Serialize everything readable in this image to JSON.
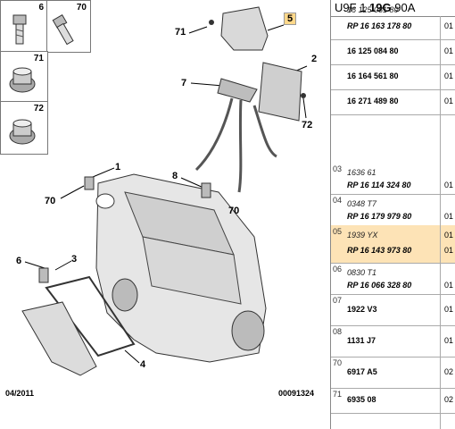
{
  "fastener_boxes": [
    {
      "num": "6"
    },
    {
      "num": "70"
    },
    {
      "num": "71"
    },
    {
      "num": "72"
    }
  ],
  "callouts": {
    "c5": "5",
    "c71": "71",
    "c2": "2",
    "c7": "7",
    "c72": "72",
    "c1": "1",
    "c70a": "70",
    "c8": "8",
    "c70b": "70",
    "c6": "6",
    "c3": "3",
    "c4": "4"
  },
  "footer": {
    "date": "04/2011",
    "ref": "00091324"
  },
  "panel": {
    "header": {
      "part1": "U9F",
      "part2": "1",
      "part3": "19G",
      "part4": "90A"
    },
    "rows": [
      {
        "pos": "",
        "lines": [
          {
            "text": "16 125 081 80",
            "style": "it",
            "q": ""
          },
          {
            "text": "RP 16 163 178 80",
            "style": "bd it",
            "q": "01"
          }
        ]
      },
      {
        "pos": "",
        "lines": [
          {
            "text": "16 125 084 80",
            "style": "bd",
            "q": "01"
          }
        ]
      },
      {
        "pos": "",
        "lines": [
          {
            "text": "16 164 561 80",
            "style": "bd",
            "q": "01"
          }
        ]
      },
      {
        "pos": "",
        "lines": [
          {
            "text": "16 271 489 80",
            "style": "bd",
            "q": "01"
          }
        ]
      },
      {
        "pos": "03",
        "lines": [
          {
            "text": "1636 61",
            "style": "it",
            "q": ""
          },
          {
            "text": "RP 16 114 324 80",
            "style": "bd it",
            "q": "01"
          }
        ]
      },
      {
        "pos": "04",
        "lines": [
          {
            "text": "0348 T7",
            "style": "it",
            "q": ""
          },
          {
            "text": "RP 16 179 979 80",
            "style": "bd it",
            "q": "01"
          }
        ]
      },
      {
        "pos": "05",
        "lines": [
          {
            "text": "1939 YX",
            "style": "it",
            "q": "01"
          },
          {
            "text": "RP 16 143 973 80",
            "style": "bd it",
            "q": "01"
          }
        ]
      },
      {
        "pos": "06",
        "lines": [
          {
            "text": "0830 T1",
            "style": "it",
            "q": ""
          },
          {
            "text": "RP 16 066 328 80",
            "style": "bd it",
            "q": "01"
          }
        ]
      },
      {
        "pos": "07",
        "lines": [
          {
            "text": "1922 V3",
            "style": "bd",
            "q": "01"
          }
        ]
      },
      {
        "pos": "08",
        "lines": [
          {
            "text": "1131 J7",
            "style": "bd",
            "q": "01"
          }
        ]
      },
      {
        "pos": "70",
        "lines": [
          {
            "text": "6917 A5",
            "style": "bd",
            "q": "02"
          }
        ]
      },
      {
        "pos": "71",
        "lines": [
          {
            "text": "6935 08",
            "style": "bd",
            "q": "02"
          }
        ]
      }
    ]
  }
}
